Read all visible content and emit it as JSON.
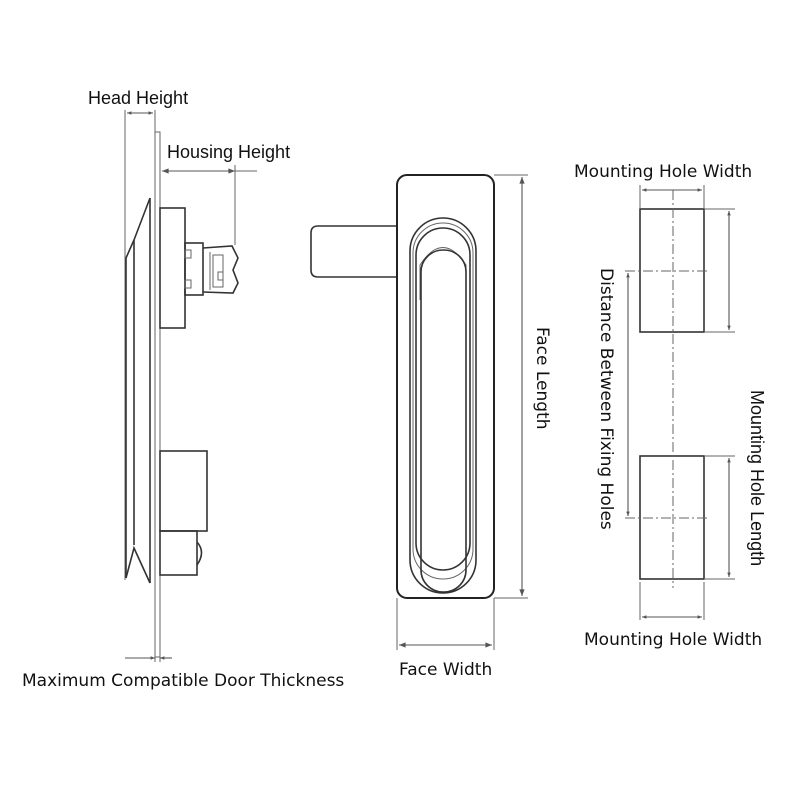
{
  "diagram": {
    "type": "technical-drawing",
    "subject": "Flush swing handle lock dimensions",
    "views": [
      "side-view",
      "front-view",
      "mounting-cutout"
    ]
  },
  "labels": {
    "head_height": "Head Height",
    "housing_height": "Housing Height",
    "max_door_thickness": "Maximum Compatible Door Thickness",
    "face_length": "Face Length",
    "face_width": "Face Width",
    "mounting_hole_width_top": "Mounting Hole Width",
    "mounting_hole_width_bottom": "Mounting Hole Width",
    "distance_between_fixing_holes": "Distance Between Fixing Holes",
    "mounting_hole_length": "Mounting Hole Length"
  },
  "colors": {
    "background": "#ffffff",
    "line": "#333333",
    "text": "#111111"
  }
}
